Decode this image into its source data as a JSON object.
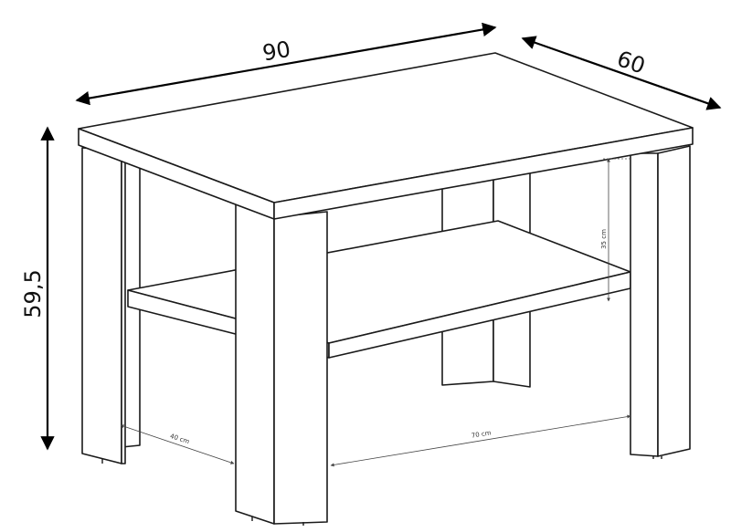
{
  "dimensions": {
    "width": "90",
    "depth": "60",
    "height": "59,5",
    "shelf_clearance": "35 cm",
    "inner_depth": "40 cm",
    "inner_width": "70 cm"
  }
}
